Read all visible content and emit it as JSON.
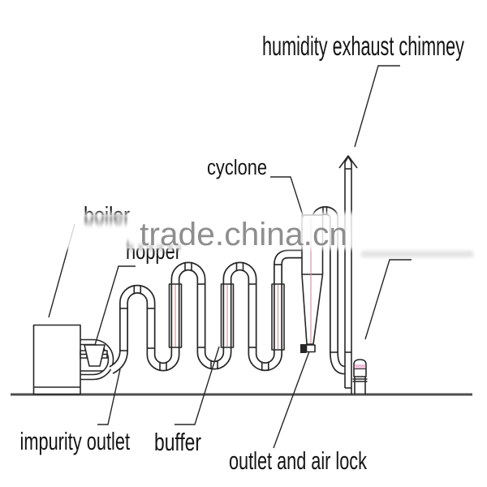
{
  "labels": {
    "chimney": "humidity exhaust chimney",
    "cyclone": "cyclone",
    "boiler": "boiler",
    "hopper": "hopper",
    "impurity_outlet": "impurity outlet",
    "buffer": "buffer",
    "outlet_air_lock": "outlet and air lock"
  },
  "watermark": {
    "text": "trade.china.cn"
  },
  "icons": {
    "chimney_outlet": "arrow-up"
  },
  "colors": {
    "background": "#ffffff",
    "line": "#262626",
    "text": "#141414",
    "buffer_centerline": "#cf8f8f",
    "fan_band": "#efc0da",
    "watermark": "#8e8e8e",
    "ground": "#4d4d4d"
  }
}
